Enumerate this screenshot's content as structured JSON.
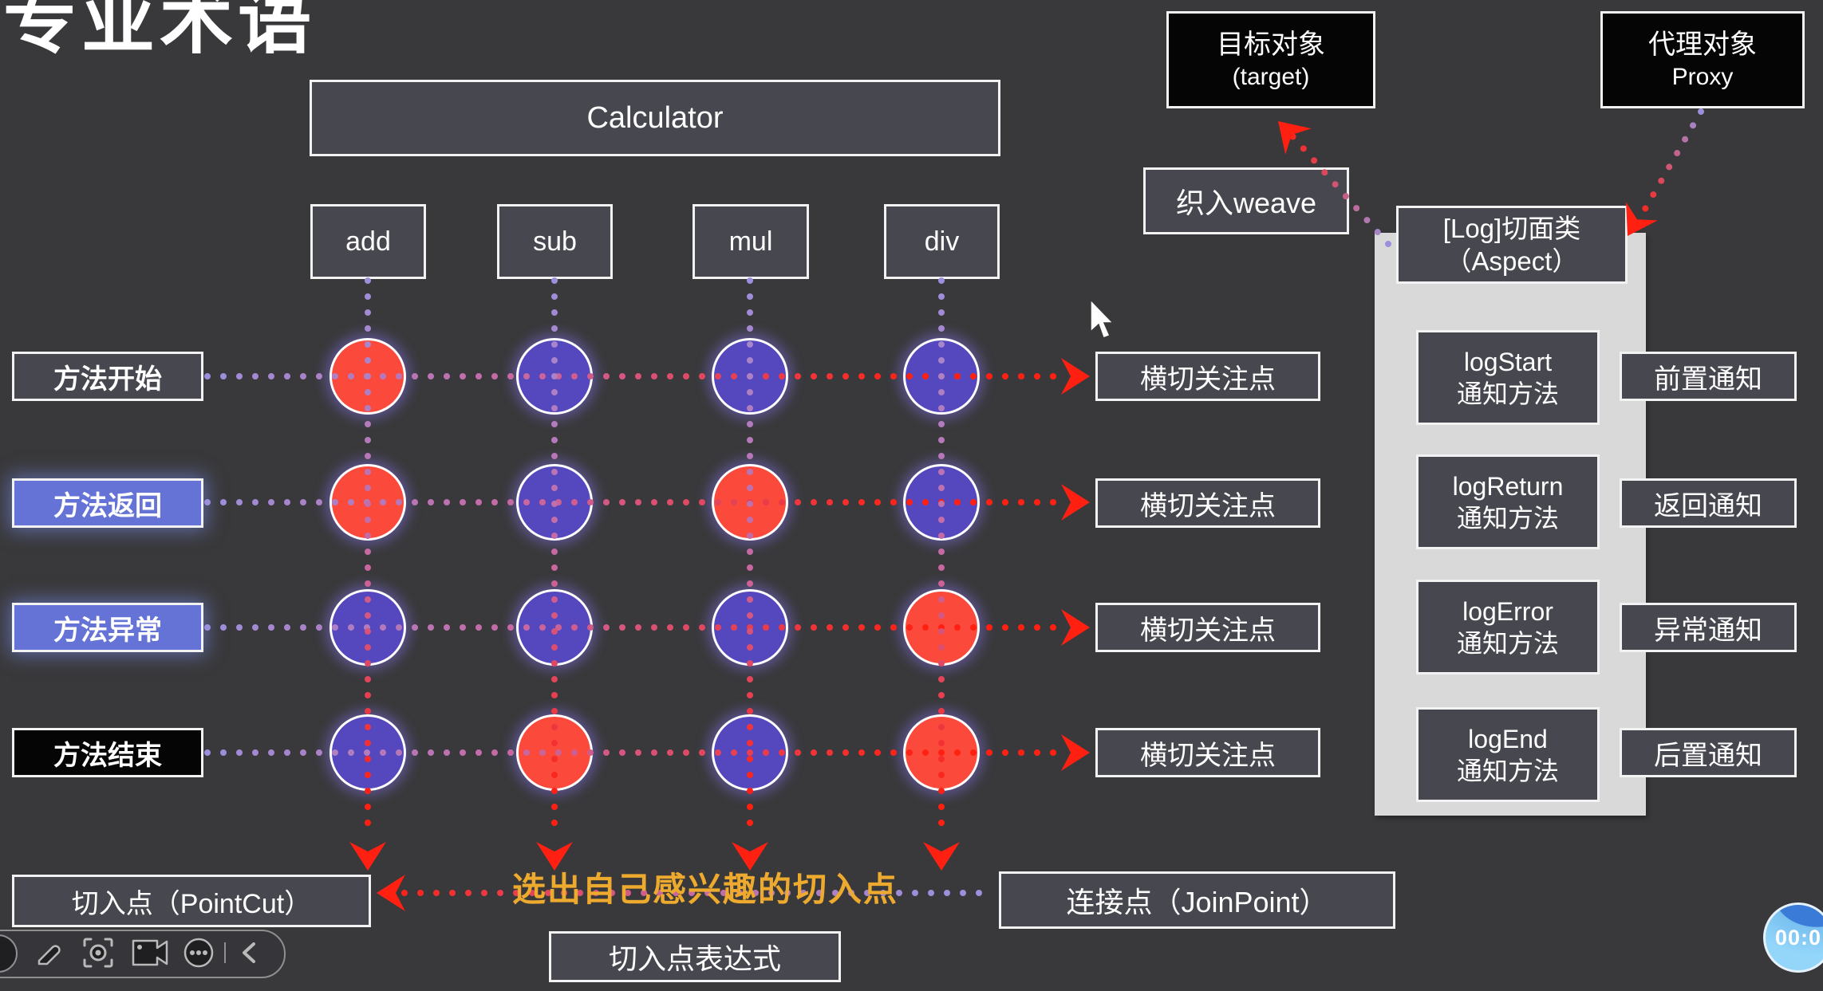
{
  "page": {
    "title": "专业术语"
  },
  "calculator": {
    "label": "Calculator"
  },
  "methods": [
    "add",
    "sub",
    "mul",
    "div"
  ],
  "grid": {
    "row_labels": [
      {
        "text": "方法开始",
        "variant": "gray"
      },
      {
        "text": "方法返回",
        "variant": "blue"
      },
      {
        "text": "方法异常",
        "variant": "blue"
      },
      {
        "text": "方法结束",
        "variant": "black"
      }
    ],
    "concern_label": "横切关注点",
    "matrix": [
      [
        "red",
        "blue",
        "blue",
        "blue"
      ],
      [
        "red",
        "blue",
        "red",
        "blue"
      ],
      [
        "blue",
        "blue",
        "blue",
        "red"
      ],
      [
        "blue",
        "red",
        "blue",
        "red"
      ]
    ]
  },
  "aop": {
    "target": {
      "line1": "目标对象",
      "line2": "(target)"
    },
    "proxy": {
      "line1": "代理对象",
      "line2": "Proxy"
    },
    "weave": "织入weave",
    "aspect": {
      "line1": "[Log]切面类",
      "line2": "（Aspect）"
    },
    "advices": [
      {
        "method": "logStart",
        "kind": "通知方法",
        "notice": "前置通知"
      },
      {
        "method": "logReturn",
        "kind": "通知方法",
        "notice": "返回通知"
      },
      {
        "method": "logError",
        "kind": "通知方法",
        "notice": "异常通知"
      },
      {
        "method": "logEnd",
        "kind": "通知方法",
        "notice": "后置通知"
      }
    ]
  },
  "bottom": {
    "pointcut": "切入点（PointCut）",
    "hint": "选出自己感兴趣的切入点",
    "expression": "切入点表达式",
    "joinpoint": "连接点（JoinPoint）"
  },
  "toolbar": {
    "icons": [
      "pen-icon",
      "select-scan-icon",
      "camera-icon",
      "more-icon",
      "collapse-icon"
    ]
  },
  "timer": {
    "text": "00:0"
  },
  "colors": {
    "background": "#39393b",
    "box_fill": "#47474f",
    "blue_label": "#6673d6",
    "black_label": "#050505",
    "red_circle": "#fb4a3b",
    "blue_circle": "#5547bd",
    "purple_dot": "#9c8fdb",
    "red_accent": "#ff2012",
    "orange_text": "#edaa2e",
    "panel": "#d9d9d9",
    "timer_blue": "#4e97e6"
  }
}
